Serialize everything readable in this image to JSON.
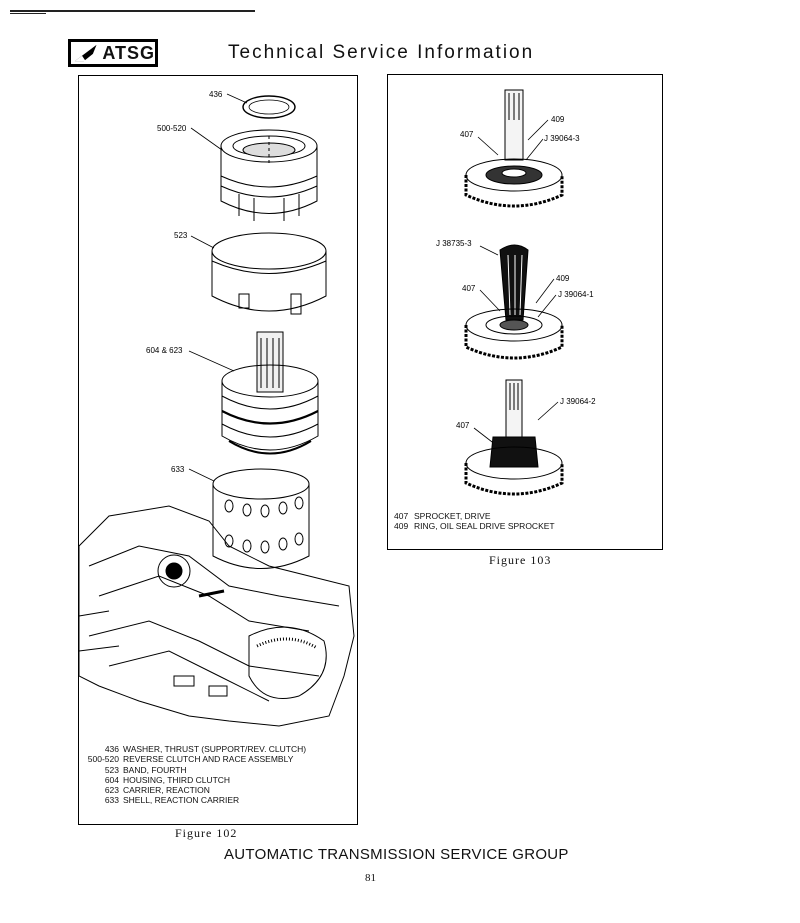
{
  "header": {
    "logo_text": "ATSG",
    "title": "Technical Service Information"
  },
  "figure102": {
    "callouts": [
      "436",
      "500-520",
      "523",
      "604 & 623",
      "633"
    ],
    "legend": [
      {
        "num": "436",
        "text": "WASHER, THRUST (SUPPORT/REV. CLUTCH)"
      },
      {
        "num": "500-520",
        "text": "REVERSE CLUTCH AND RACE ASSEMBLY"
      },
      {
        "num": "523",
        "text": "BAND, FOURTH"
      },
      {
        "num": "604",
        "text": "HOUSING, THIRD CLUTCH"
      },
      {
        "num": "623",
        "text": "CARRIER, REACTION"
      },
      {
        "num": "633",
        "text": "SHELL, REACTION CARRIER"
      }
    ],
    "caption": "Figure 102"
  },
  "figure103": {
    "callouts": [
      "409",
      "407",
      "J 39064-3",
      "J 38735-3",
      "409",
      "407",
      "J 39064-1",
      "J 39064-2",
      "407"
    ],
    "legend": [
      {
        "num": "407",
        "text": "SPROCKET, DRIVE"
      },
      {
        "num": "409",
        "text": "RING, OIL SEAL DRIVE SPROCKET"
      }
    ],
    "caption": "Figure 103"
  },
  "footer": {
    "title": "AUTOMATIC TRANSMISSION SERVICE GROUP",
    "page_number": "81"
  }
}
